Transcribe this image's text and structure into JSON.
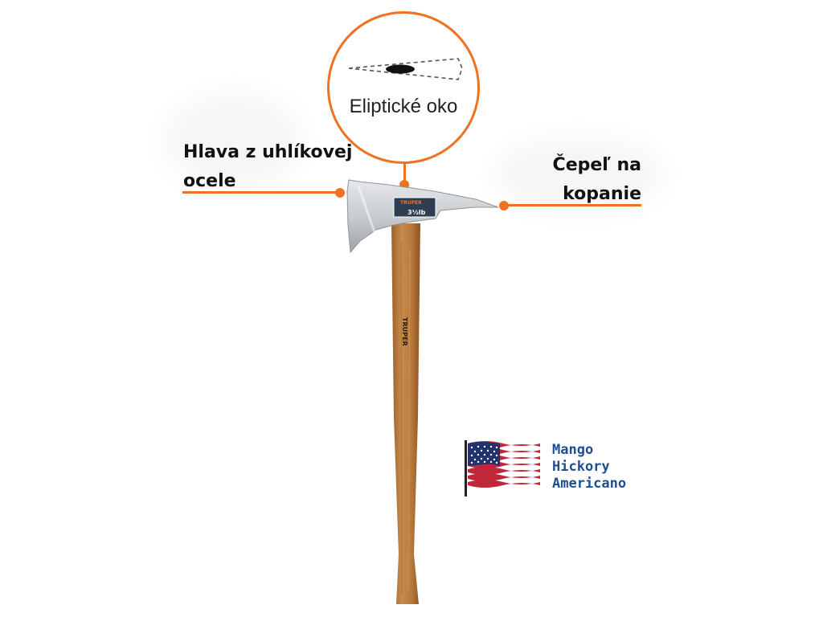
{
  "callouts": {
    "eye": {
      "label": "Eliptické oko"
    },
    "head": {
      "line1": "Hlava z uhlíkovej",
      "line2": "ocele"
    },
    "blade": {
      "line1": "Čepeľ na",
      "line2": "kopanie"
    }
  },
  "product": {
    "brand": "TRUPER",
    "handle_brand": "TRUPER",
    "label_size": "3½lb"
  },
  "origin_badge": {
    "lines": [
      "Mango",
      "Hickory",
      "Americano"
    ],
    "icon": "us-flag-icon"
  },
  "colors": {
    "accent": "#ee7222",
    "text": "#111111",
    "badge_text": "#1d4f91",
    "wood": "#b77a3c",
    "steel": "#c9ccd0"
  }
}
